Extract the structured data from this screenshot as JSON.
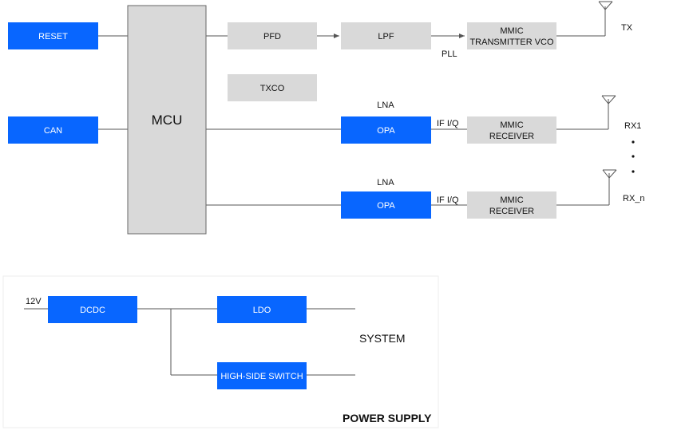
{
  "colors": {
    "blue_block": "#0866ff",
    "gray_block": "#d9d9d9",
    "line": "#555555"
  },
  "blocks": {
    "reset": "RESET",
    "can": "CAN",
    "mcu": "MCU",
    "pfd": "PFD",
    "lpf": "LPF",
    "txco": "TXCO",
    "vco_line1": "MMIC",
    "vco_line2": "TRANSMITTER VCO",
    "opa1": "OPA",
    "opa2": "OPA",
    "rx1_line1": "MMIC",
    "rx1_line2": "RECEIVER",
    "rx2_line1": "MMIC",
    "rx2_line2": "RECEIVER",
    "dcdc": "DCDC",
    "ldo": "LDO",
    "hs_switch": "HIGH-SIDE SWITCH"
  },
  "labels": {
    "pll": "PLL",
    "tx": "TX",
    "lna1": "LNA",
    "lna2": "LNA",
    "ifiq1": "IF I/Q",
    "ifiq2": "IF I/Q",
    "rx1": "RX1",
    "rxn": "RX_n",
    "v12": "12V",
    "system": "SYSTEM",
    "power_supply": "POWER SUPPLY"
  }
}
